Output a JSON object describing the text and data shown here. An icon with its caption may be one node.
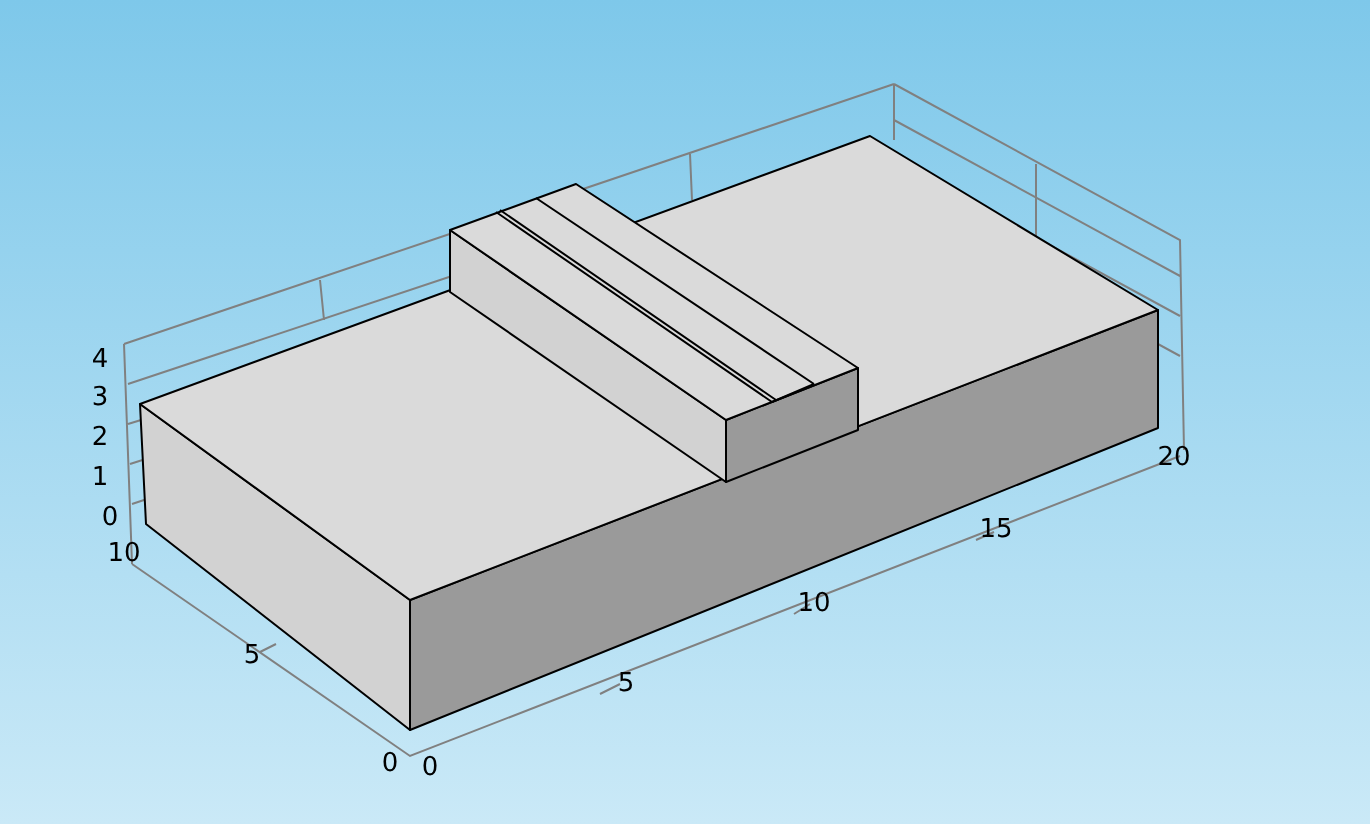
{
  "diagram": {
    "labels": [
      "4",
      "3",
      "2",
      "1",
      "0",
      "10",
      "5",
      "0",
      "0",
      "5",
      "10",
      "15",
      "20"
    ]
  }
}
